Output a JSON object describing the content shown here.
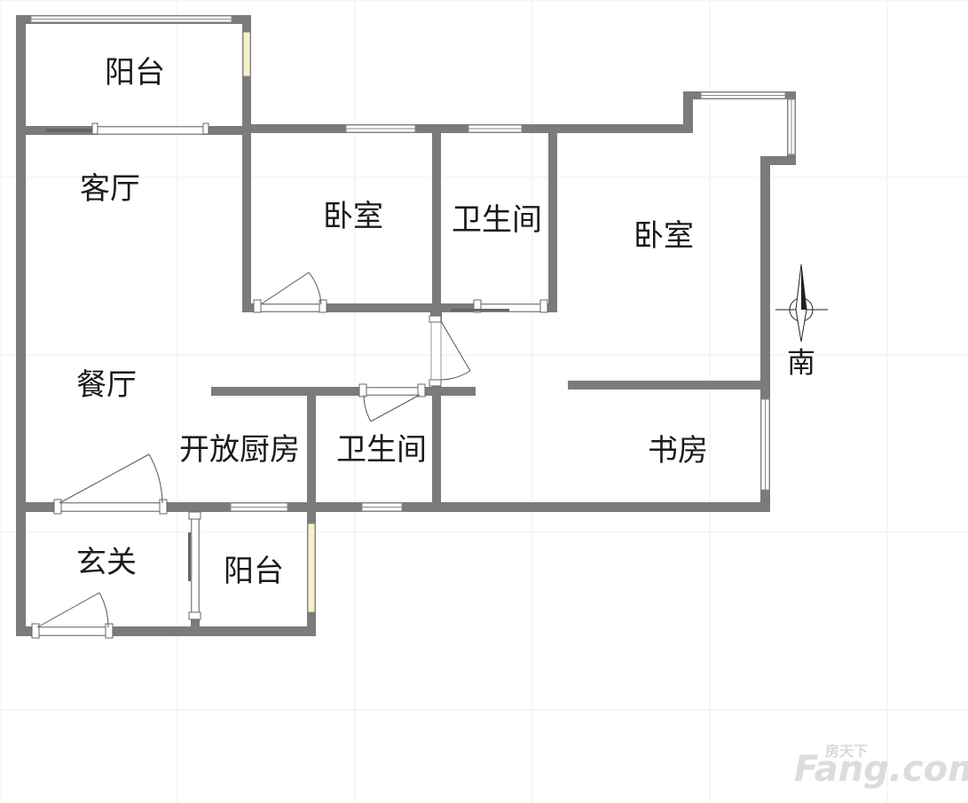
{
  "rooms": {
    "balcony_north": "阳台",
    "living_room": "客厅",
    "dining_room": "餐厅",
    "bedroom_1": "卧室",
    "bathroom_1": "卫生间",
    "bedroom_2": "卧室",
    "open_kitchen": "开放厨房",
    "bathroom_2": "卫生间",
    "study": "书房",
    "entrance": "玄关",
    "balcony_south": "阳台"
  },
  "compass": {
    "direction": "南"
  },
  "watermark": {
    "brand": "Fang.com",
    "sub": "房天下"
  },
  "colors": {
    "wall": "#7b7b7b",
    "window_glass": "#f6f3c8",
    "grid": "#ececec"
  }
}
